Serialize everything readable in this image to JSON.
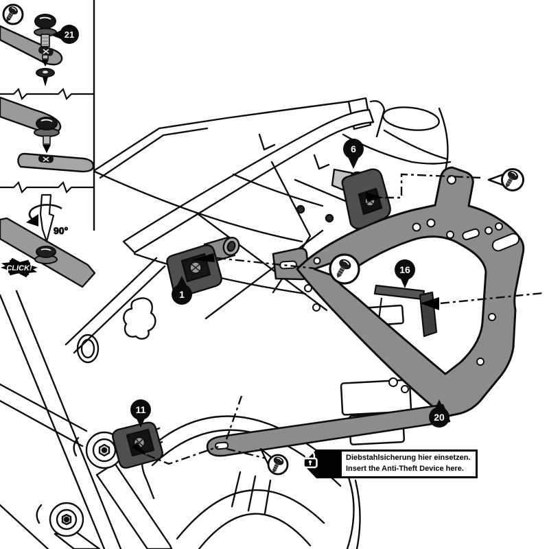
{
  "diagram": {
    "title_hint": "side-carrier mounting instruction",
    "callouts": {
      "b21": "21",
      "b6": "6",
      "b1": "1",
      "b16": "16",
      "b11": "11",
      "b20": "20"
    },
    "inset": {
      "rotation_label": "90°",
      "click_label": "CLICK!"
    },
    "anti_theft_note": {
      "text_de": "Diebstahlsicherung hier einsetzen.",
      "text_en": "Insert the Anti-Theft Device here."
    },
    "icons": {
      "corner_icon": "screw-icon",
      "note_icon": "padlock-icon",
      "callout_icons": "screw-icon"
    },
    "colors": {
      "part_gray": "#8c8c8c",
      "strap_gray": "#9a9a9a",
      "adapter_dark": "#4f4f4f",
      "line_black": "#0d0d0d",
      "badge_black": "#0b0b0b"
    }
  }
}
